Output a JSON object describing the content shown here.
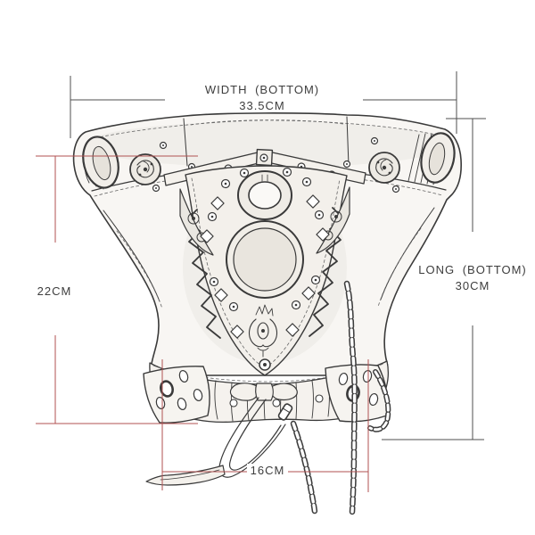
{
  "diagram": {
    "description": "Hand-drawn steampunk waist bag with product dimension annotations",
    "dimensions": {
      "width_bottom": {
        "label": "WIDTH (BOTTOM)",
        "value": "33.5CM"
      },
      "long_bottom": {
        "label": "LONG (BOTTOM)",
        "value": "30CM"
      },
      "side_height": {
        "value": "22CM"
      },
      "bottom_width": {
        "value": "16CM"
      }
    },
    "colors": {
      "dimension_red": "#b05252",
      "dimension_black": "#4f4f4f",
      "ink": "#3a3a3a",
      "paper": "#ffffff"
    }
  }
}
